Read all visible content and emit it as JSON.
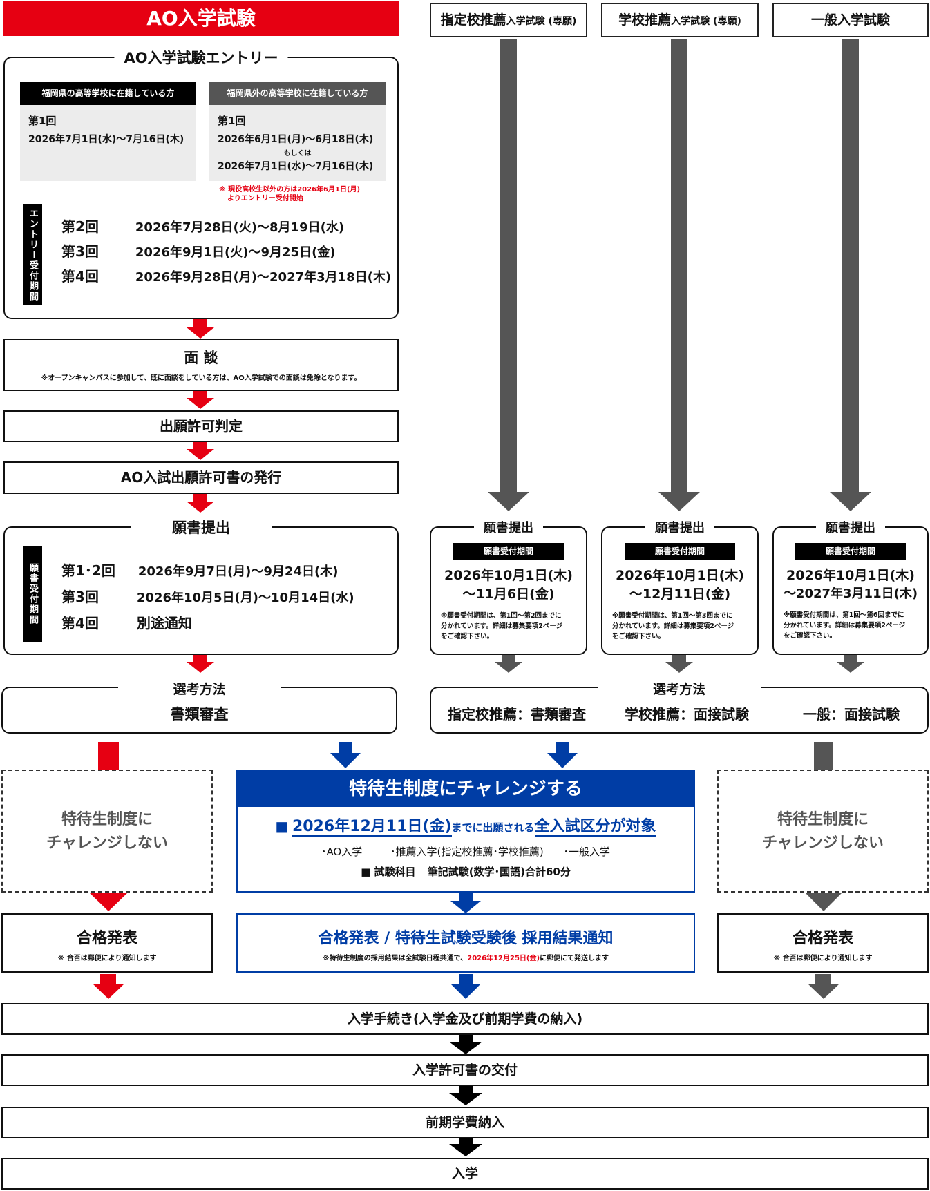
{
  "ao": {
    "header": "AO入学試験",
    "entry": {
      "title": "AO入学試験エントリー",
      "in_pref": {
        "label": "福岡県の高等学校に在籍している方",
        "round": "第1回",
        "dates": "2026年7月1日(水)〜7月16日(木)"
      },
      "out_pref": {
        "label": "福岡県外の高等学校に在籍している方",
        "round": "第1回",
        "dates1": "2026年6月1日(月)〜6月18日(木)",
        "or": "もしくは",
        "dates2": "2026年7月1日(水)〜7月16日(木)"
      },
      "note_line1": "※ 現役高校生以外の方は2026年6月1日(月)",
      "note_line2": "よりエントリー受付開始",
      "period_tab": "エントリー受付期間",
      "rounds": [
        {
          "round": "第2回",
          "dates": "2026年7月28日(火)〜8月19日(水)"
        },
        {
          "round": "第3回",
          "dates": "2026年9月1日(火)〜9月25日(金)"
        },
        {
          "round": "第4回",
          "dates": "2026年9月28日(月)〜2027年3月18日(木)"
        }
      ]
    },
    "interview": {
      "title": "面 談",
      "note": "※オープンキャンパスに参加して、既に面談をしている方は、AO入学試験での面談は免除となります。"
    },
    "permission_judgment": "出願許可判定",
    "permission_issue": "AO入試出願許可書の発行",
    "application": {
      "title": "願書提出",
      "period_tab": "願書受付期間",
      "rounds": [
        {
          "round": "第1･2回",
          "dates": "2026年9月7日(月)〜9月24日(木)"
        },
        {
          "round": "第3回",
          "dates": "2026年10月5日(月)〜10月14日(水)"
        },
        {
          "round": "第4回",
          "dates": "別途通知"
        }
      ]
    },
    "selection": {
      "title": "選考方法",
      "method": "書類審査"
    }
  },
  "columns": [
    {
      "header": "指定校推薦",
      "header_small": "入学試験 (専願)",
      "app_title": "願書提出",
      "period_label": "願書受付期間",
      "date1": "2026年10月1日(木)",
      "date2": "〜11月6日(金)",
      "note1": "※願書受付期間は、第1回〜第2回までに",
      "note2": "分かれています。詳細は募集要項2ページ",
      "note3": "をご確認下さい。"
    },
    {
      "header": "学校推薦",
      "header_small": "入学試験 (専願)",
      "app_title": "願書提出",
      "period_label": "願書受付期間",
      "date1": "2026年10月1日(木)",
      "date2": "〜12月11日(金)",
      "note1": "※願書受付期間は、第1回〜第3回までに",
      "note2": "分かれています。詳細は募集要項2ページ",
      "note3": "をご確認下さい。"
    },
    {
      "header": "一般入学試験",
      "header_small": "",
      "app_title": "願書提出",
      "period_label": "願書受付期間",
      "date1": "2026年10月1日(木)",
      "date2": "〜2027年3月11日(木)",
      "note1": "※願書受付期間は、第1回〜第6回までに",
      "note2": "分かれています。詳細は募集要項2ページ",
      "note3": "をご確認下さい。"
    }
  ],
  "selection_right": {
    "title": "選考方法",
    "methods": [
      "指定校推薦：書類審査",
      "学校推薦：面接試験",
      "一般：面接試験"
    ]
  },
  "not_challenge": {
    "line1": "特待生制度に",
    "line2": "チャレンジしない"
  },
  "challenge": {
    "title": "特待生制度にチャレンジする",
    "deadline_mark": "■",
    "deadline_date": "2026年12月11日(金)",
    "deadline_mid": "までに出願される",
    "deadline_tail": "全入試区分が対象",
    "categories": [
      "･AO入学",
      "･推薦入学(指定校推薦･学校推薦)",
      "･一般入学"
    ],
    "subject_label": "■ 試験科目",
    "subject": "筆記試験(数学･国語)合計60分"
  },
  "result_left": {
    "title": "合格発表",
    "note": "※ 合否は郵便により通知します"
  },
  "result_center": {
    "title": "合格発表 / 特待生試験受験後 採用結果通知",
    "note_a": "※特待生制度の採用結果は全試験日程共通で、",
    "note_date": "2026年12月25日(金)",
    "note_b": "に郵便にて発送します"
  },
  "result_right": {
    "title": "合格発表",
    "note": "※ 合否は郵便により通知します"
  },
  "final_steps": [
    "入学手続き(入学金及び前期学費の納入)",
    "入学許可書の交付",
    "前期学費納入",
    "入学"
  ],
  "colors": {
    "red": "#e60012",
    "blue": "#003da5",
    "gray": "#555555",
    "black": "#111111"
  }
}
